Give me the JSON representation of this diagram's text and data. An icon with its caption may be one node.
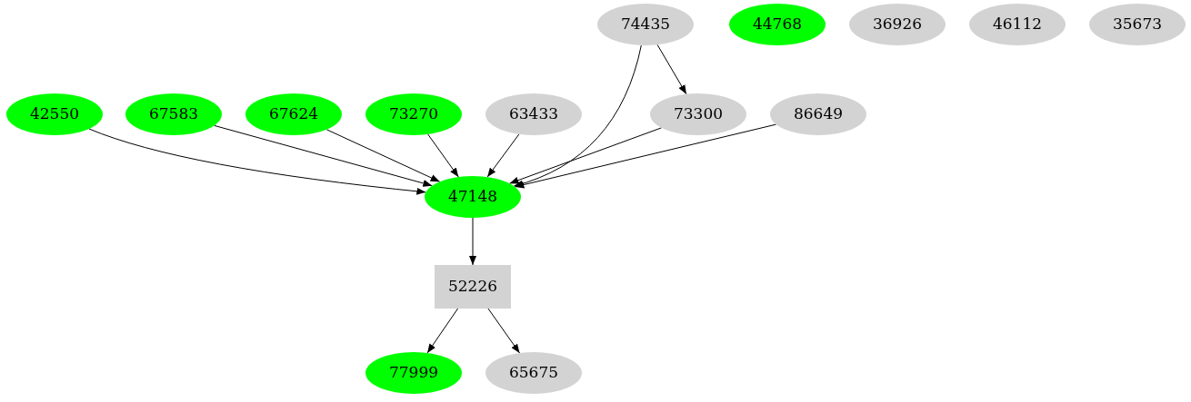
{
  "diagram": {
    "nodes": [
      {
        "text": [
          "74435"
        ]
      },
      {
        "text": [
          "44768"
        ]
      },
      {
        "text": [
          "36926"
        ]
      },
      {
        "text": [
          "46112"
        ]
      },
      {
        "text": [
          "35673"
        ]
      },
      {
        "text": [
          "42550"
        ]
      },
      {
        "text": [
          "67583"
        ]
      },
      {
        "text": [
          "67624"
        ]
      },
      {
        "text": [
          "73270"
        ]
      },
      {
        "text": [
          "63433"
        ]
      },
      {
        "text": [
          "73300"
        ]
      },
      {
        "text": [
          "86649"
        ]
      },
      {
        "text": [
          "47148"
        ]
      },
      {
        "text": [
          "52226"
        ]
      },
      {
        "text": [
          "77999"
        ]
      },
      {
        "text": [
          "65675"
        ]
      }
    ],
    "edges": [
      {
        "from": 5,
        "to": 12,
        "arrow": "to"
      },
      {
        "from": 6,
        "to": 12,
        "arrow": "to"
      },
      {
        "from": 7,
        "to": 12,
        "arrow": "to"
      },
      {
        "from": 8,
        "to": 12,
        "arrow": "to"
      },
      {
        "from": 9,
        "to": 12,
        "arrow": "to"
      },
      {
        "from": 0,
        "to": 12,
        "arrow": "to"
      },
      {
        "from": 0,
        "to": 10,
        "arrow": "to"
      },
      {
        "from": 10,
        "to": 12,
        "arrow": "to"
      },
      {
        "from": 11,
        "to": 12,
        "arrow": "to"
      },
      {
        "from": 12,
        "to": 13,
        "arrow": "to"
      },
      {
        "from": 13,
        "to": 14,
        "arrow": "to"
      },
      {
        "from": 13,
        "to": 15,
        "arrow": "to"
      }
    ]
  }
}
